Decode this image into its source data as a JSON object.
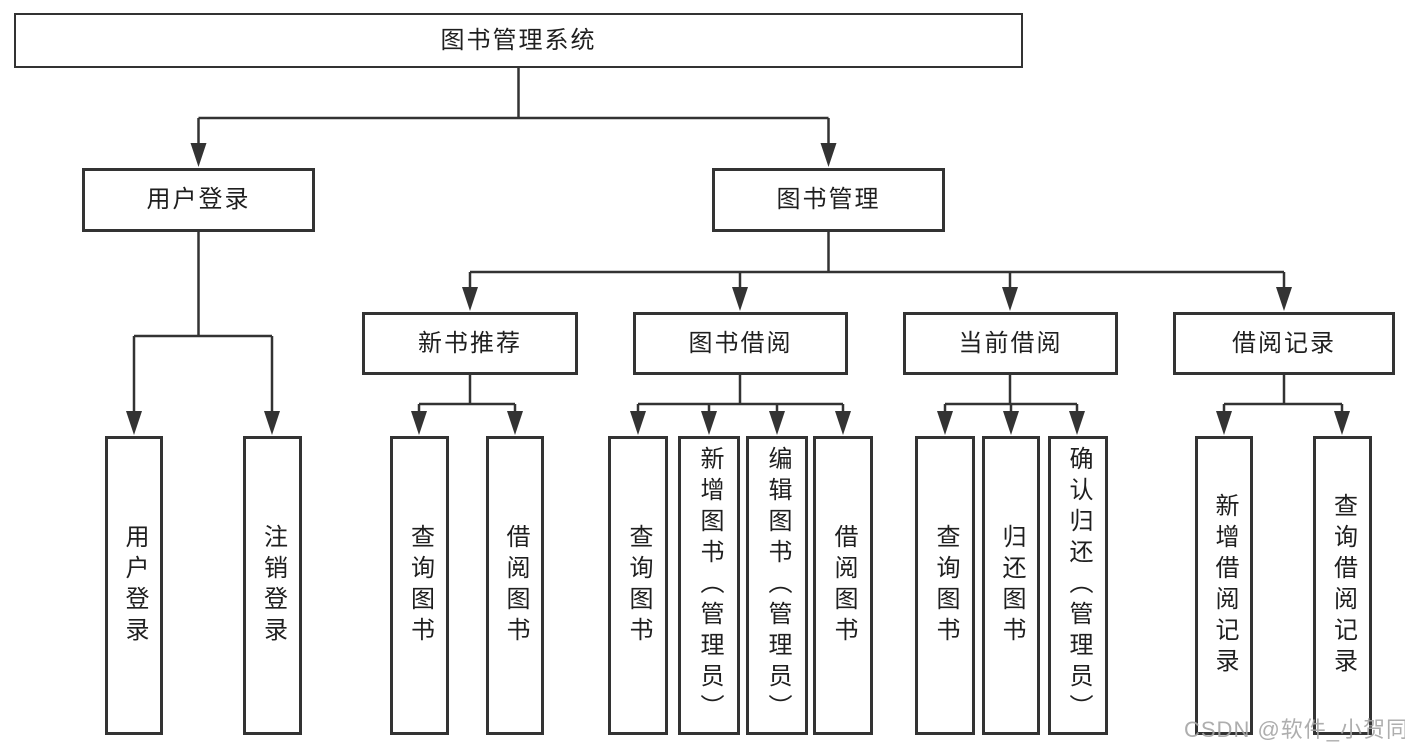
{
  "diagram": {
    "root": "图书管理系统",
    "level2": [
      {
        "label": "用户登录"
      },
      {
        "label": "图书管理"
      }
    ],
    "level3": [
      {
        "label": "新书推荐"
      },
      {
        "label": "图书借阅"
      },
      {
        "label": "当前借阅"
      },
      {
        "label": "借阅记录"
      }
    ],
    "leaves": {
      "user_login": [
        "用户登录",
        "注销登录"
      ],
      "new_books": [
        "查询图书",
        "借阅图书"
      ],
      "book_borrow": [
        "查询图书",
        "新增图书（管理员）",
        "编辑图书（管理员）",
        "借阅图书"
      ],
      "current_borrow": [
        "查询图书",
        "归还图书",
        "确认归还（管理员）"
      ],
      "borrow_records": [
        "新增借阅记录",
        "查询借阅记录"
      ]
    }
  },
  "watermark": "CSDN @软件_小贺同学",
  "colors": {
    "line": "#333333",
    "text": "#1f1f1f",
    "watermark": "#a6a6a6",
    "background": "#ffffff"
  }
}
